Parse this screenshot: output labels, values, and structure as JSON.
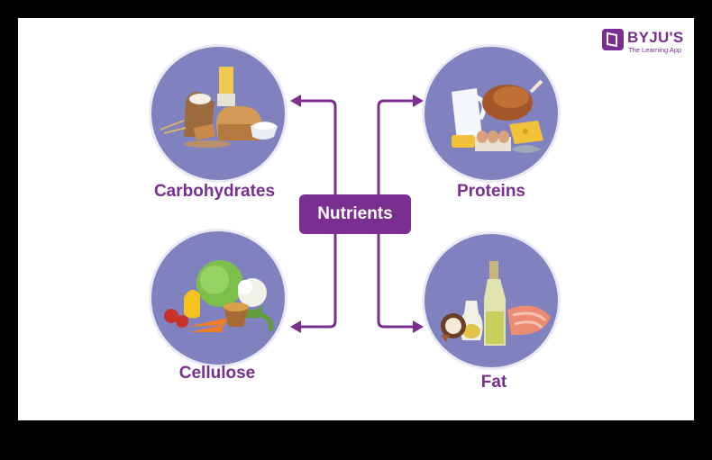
{
  "brand": {
    "name": "BYJU'S",
    "tagline": "The Learning App",
    "color": "#7a2e8f"
  },
  "diagram": {
    "center": "Nutrients",
    "nodes": [
      {
        "id": "carbohydrates",
        "label": "Carbohydrates",
        "illustration": "bread-flour-pasta-icon"
      },
      {
        "id": "proteins",
        "label": "Proteins",
        "illustration": "milk-chicken-eggs-cheese-fish-icon"
      },
      {
        "id": "cellulose",
        "label": "Cellulose",
        "illustration": "vegetables-icon"
      },
      {
        "id": "fat",
        "label": "Fat",
        "illustration": "oil-coconut-salmon-icon"
      }
    ],
    "colors": {
      "accent": "#7a2e8f",
      "circle": "#7f82bf",
      "background": "#ffffff"
    }
  }
}
